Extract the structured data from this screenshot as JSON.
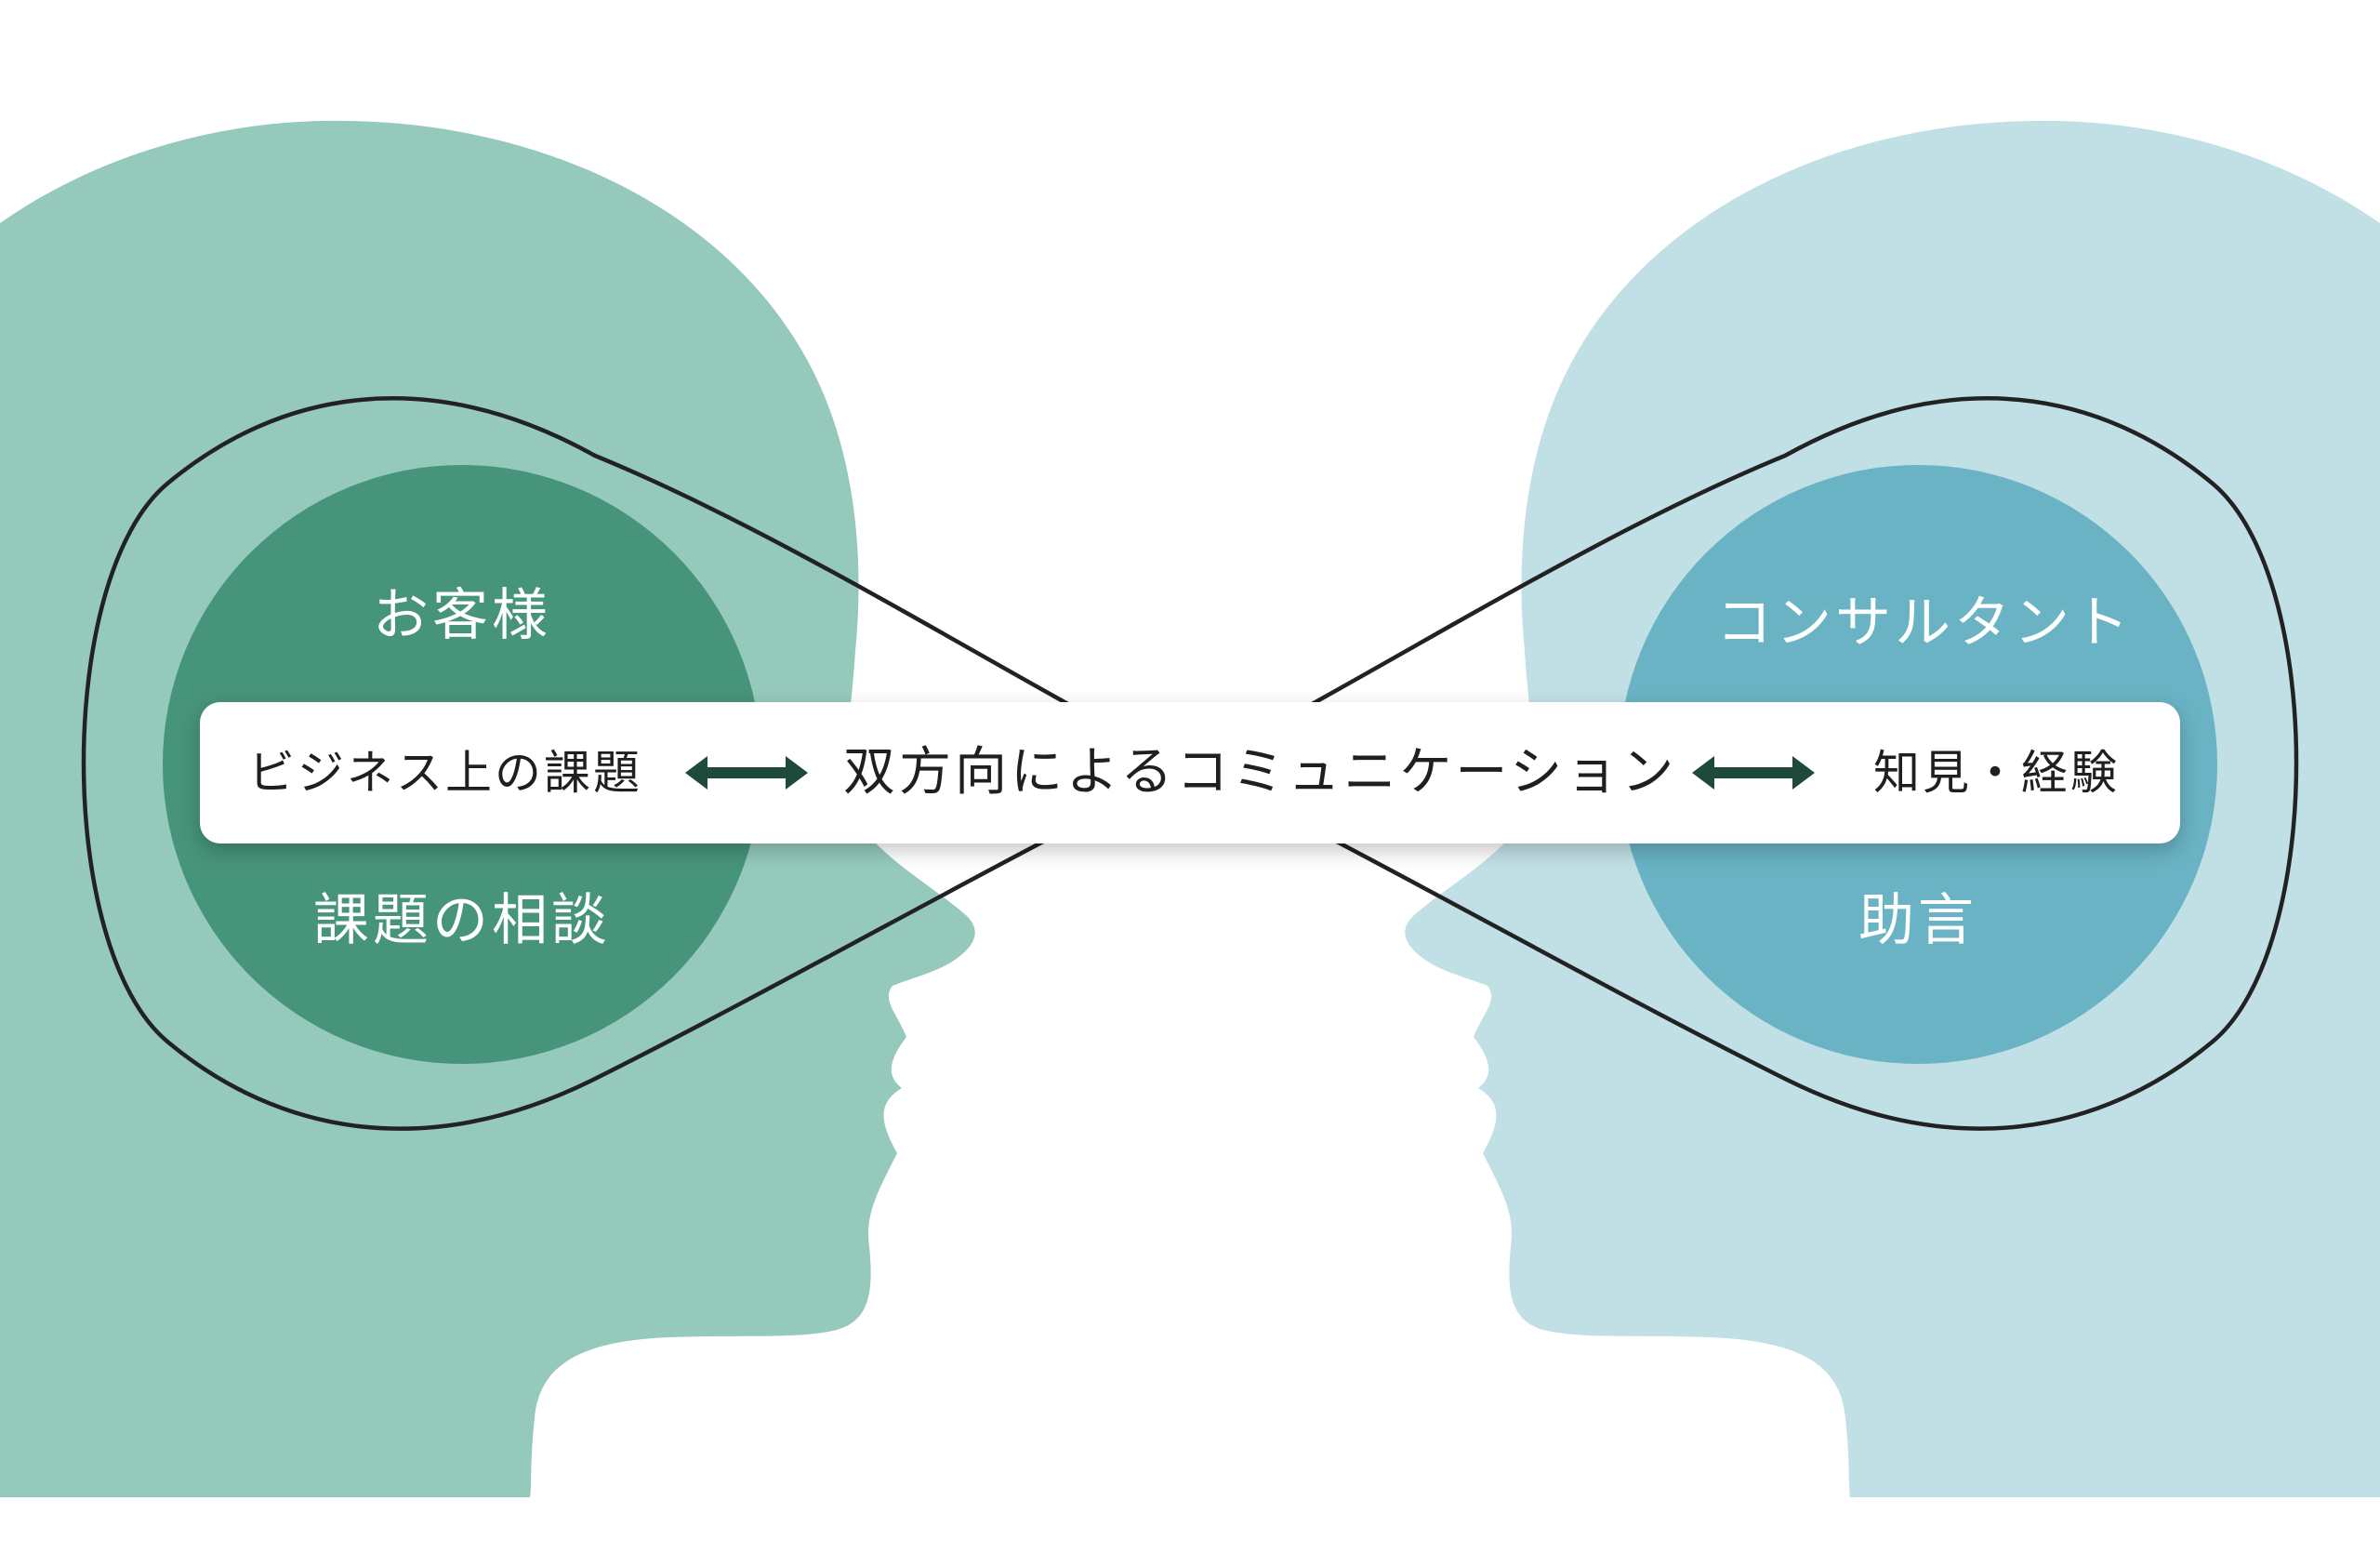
{
  "colors": {
    "customer_head": "#94c9bb",
    "customer_circle": "#469479",
    "consultant_head": "#c0e0e6",
    "consultant_circle": "#69b3c4",
    "loop_stroke": "#222222",
    "arrow": "#1e4a3c",
    "banner_bg": "#ffffff",
    "label_text": "#ffffff",
    "banner_text": "#1f1f1f"
  },
  "icons": {
    "left_arrow": "double-arrow-icon",
    "right_arrow": "double-arrow-icon"
  },
  "customer": {
    "title": "お客様",
    "subtitle": "課題の相談",
    "banner_text": "ビジネス上の課題"
  },
  "consultant": {
    "title": "コンサルタント",
    "subtitle": "助言",
    "banner_text": "知見・経験"
  },
  "banner": {
    "center_text": "双方向によるコミュニケーション"
  }
}
